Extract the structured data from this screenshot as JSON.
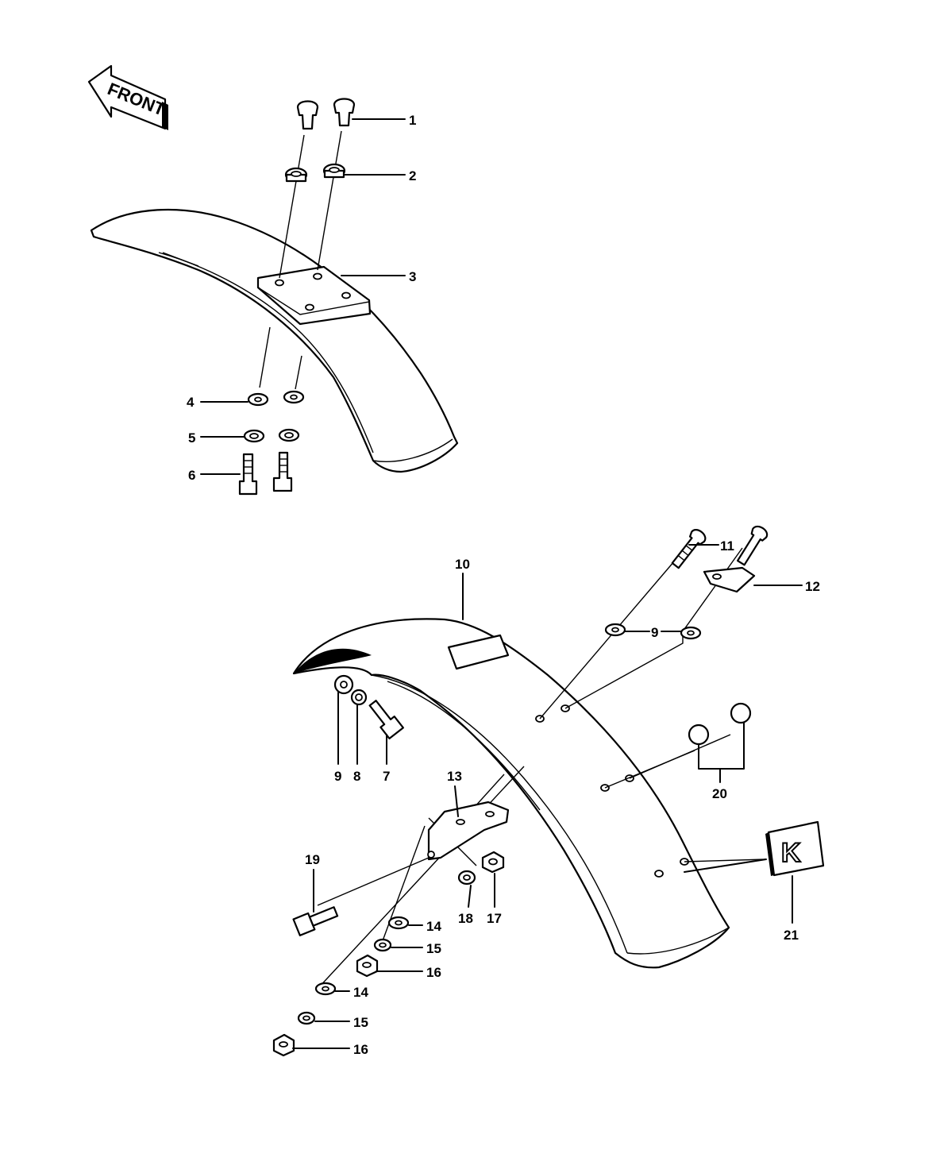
{
  "front_label": "FRONT",
  "emblem_letter": "K",
  "callouts": {
    "c1": "1",
    "c2": "2",
    "c3": "3",
    "c4": "4",
    "c5": "5",
    "c6": "6",
    "c7": "7",
    "c8": "8",
    "c9a": "9",
    "c9b": "9",
    "c10": "10",
    "c11": "11",
    "c12": "12",
    "c13": "13",
    "c14a": "14",
    "c14b": "14",
    "c15a": "15",
    "c15b": "15",
    "c16a": "16",
    "c16b": "16",
    "c17": "17",
    "c18": "18",
    "c19": "19",
    "c20": "20",
    "c21": "21"
  }
}
